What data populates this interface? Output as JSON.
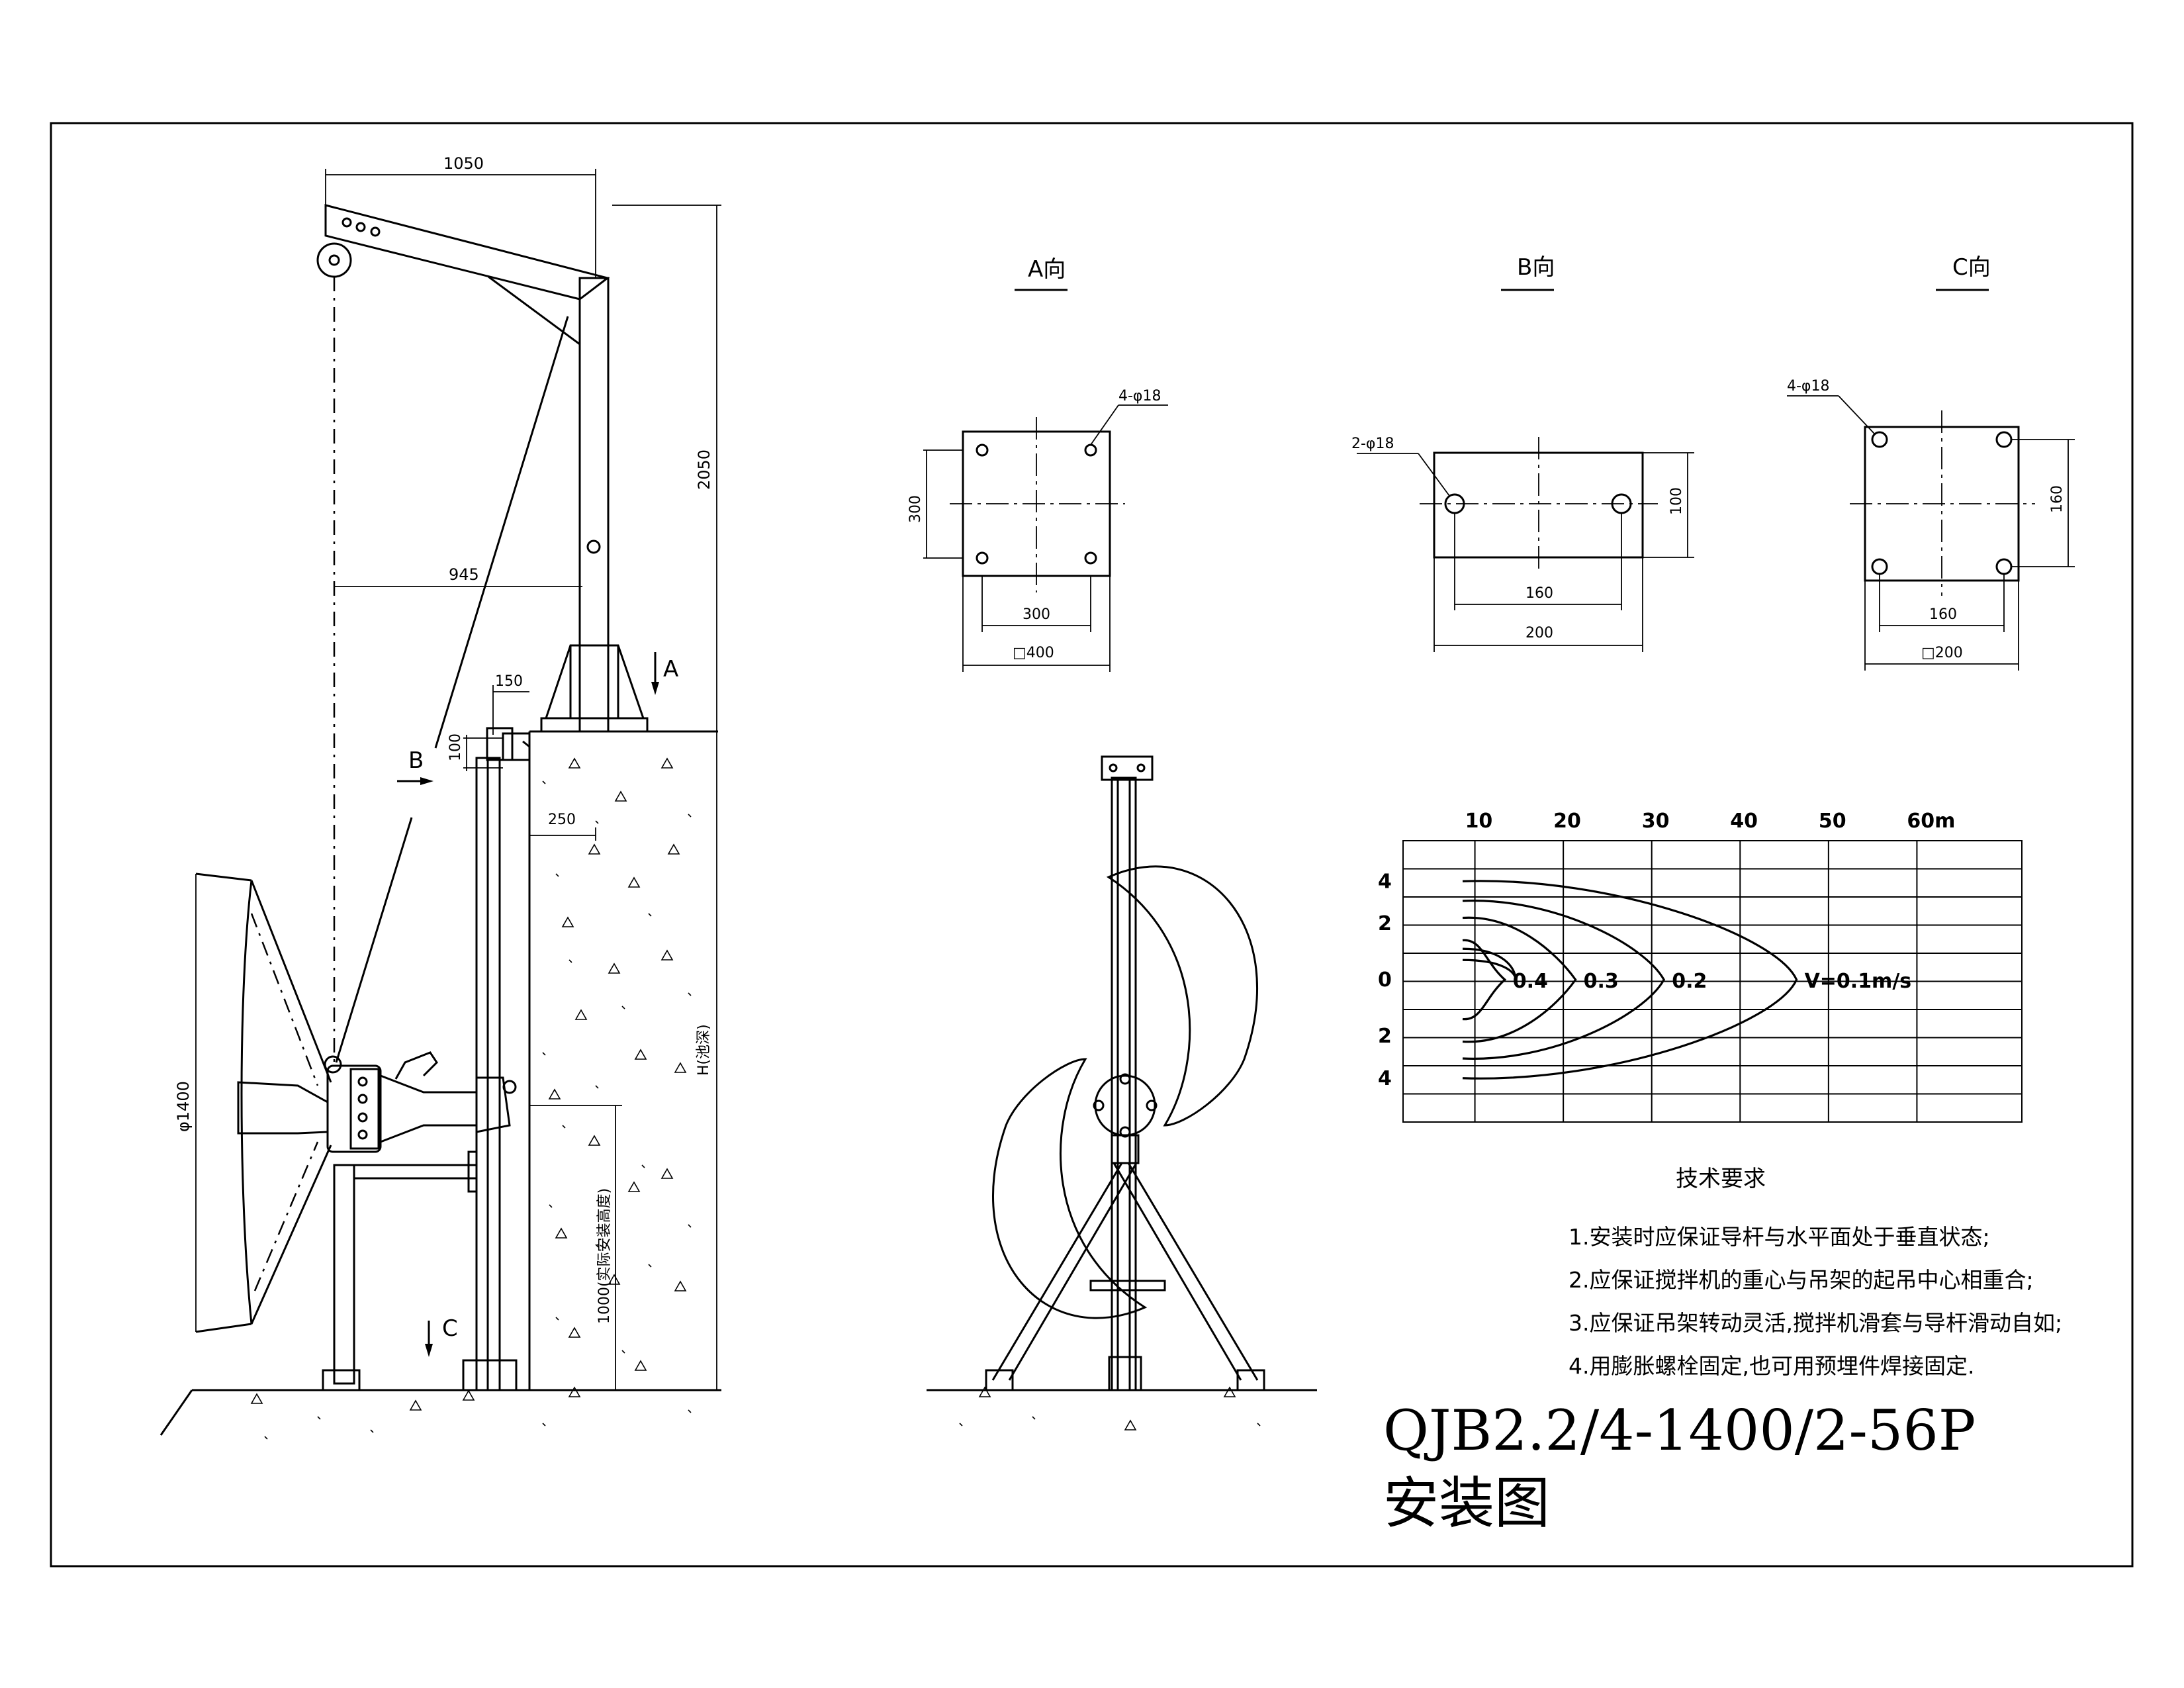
{
  "views": {
    "a_label": "A向",
    "b_label": "B向",
    "c_label": "C向",
    "arrow_a": "A",
    "arrow_b": "B",
    "arrow_c": "C"
  },
  "view_a": {
    "holes": "4-φ18",
    "dim_height": "300",
    "dim_inner": "300",
    "dim_outer": "□400"
  },
  "view_b": {
    "holes": "2-φ18",
    "dim_height": "100",
    "dim_inner": "160",
    "dim_outer": "200"
  },
  "view_c": {
    "holes": "4-φ18",
    "dim_height": "160",
    "dim_inner": "160",
    "dim_outer": "□200"
  },
  "side_dims": {
    "boom": "1050",
    "mast": "2050",
    "reach": "945",
    "offset_150": "150",
    "offset_100": "100",
    "offset_250": "250",
    "diameter": "φ1400",
    "depth": "H(池深)",
    "install_height": "1000(实际安装高度)"
  },
  "chart_data": {
    "type": "contour",
    "x_ticks": [
      "10",
      "20",
      "30",
      "40",
      "50",
      "60m"
    ],
    "y_ticks": [
      "4",
      "2",
      "0",
      "2",
      "4"
    ],
    "contours": [
      {
        "label": "0.4",
        "reach_m": 19
      },
      {
        "label": "0.3",
        "reach_m": 27
      },
      {
        "label": "0.2",
        "reach_m": 37
      },
      {
        "label": "V=0.1m/s",
        "reach_m": 52
      }
    ]
  },
  "requirements": {
    "title": "技术要求",
    "items": [
      "1.安装时应保证导杆与水平面处于垂直状态;",
      "2.应保证搅拌机的重心与吊架的起吊中心相重合;",
      "3.应保证吊架转动灵活,搅拌机滑套与导杆滑动自如;",
      "4.用膨胀螺栓固定,也可用预埋件焊接固定."
    ]
  },
  "title_block": {
    "model": "QJB2.2/4-1400/2-56P",
    "name": "安装图"
  }
}
